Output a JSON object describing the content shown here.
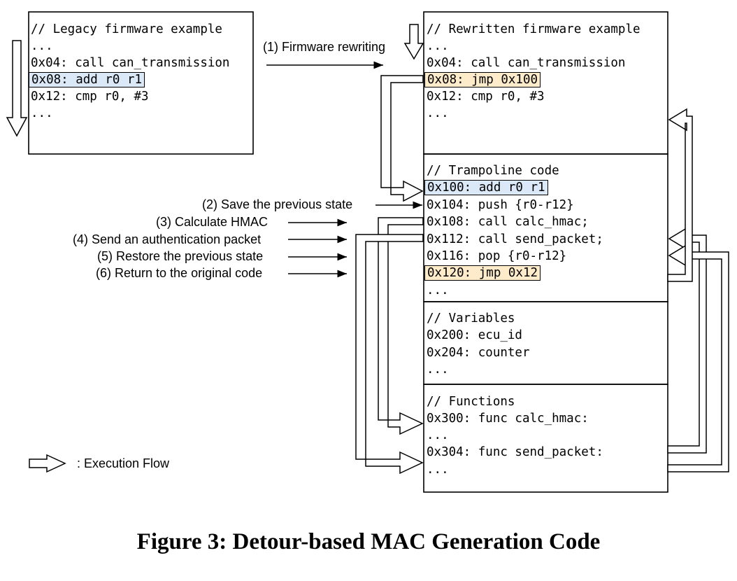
{
  "legacy": {
    "lines": [
      "// Legacy firmware example",
      "...",
      "0x04: call can_transmission",
      "0x08: add r0 r1",
      "0x12: cmp r0, #3",
      "..."
    ]
  },
  "rewritten": {
    "lines": [
      "// Rewritten firmware example",
      "...",
      "0x04: call can_transmission",
      "0x08: jmp 0x100",
      "0x12: cmp r0, #3",
      "..."
    ]
  },
  "trampoline": {
    "lines": [
      "// Trampoline code",
      "0x100: add r0 r1",
      "0x104: push {r0-r12}",
      "0x108: call calc_hmac;",
      "0x112: call send_packet;",
      "0x116: pop {r0-r12}",
      "0x120: jmp 0x12",
      "..."
    ]
  },
  "variables": {
    "lines": [
      "// Variables",
      "0x200: ecu_id",
      "0x204: counter",
      "..."
    ]
  },
  "functions": {
    "lines": [
      "// Functions",
      "0x300: func calc_hmac:",
      "...",
      "0x304: func send_packet:",
      "..."
    ]
  },
  "steps": [
    "(1) Firmware rewriting",
    "(2) Save the previous state",
    "(3) Calculate HMAC",
    "(4) Send an authentication packet",
    "(5) Restore the previous state",
    "(6) Return to the original code"
  ],
  "legend": {
    "label": ": Execution Flow"
  },
  "caption": "Figure 3: Detour-based MAC Generation Code",
  "colors": {
    "highlight_blue": "#dbe8f7",
    "highlight_orange": "#fdebc9"
  }
}
